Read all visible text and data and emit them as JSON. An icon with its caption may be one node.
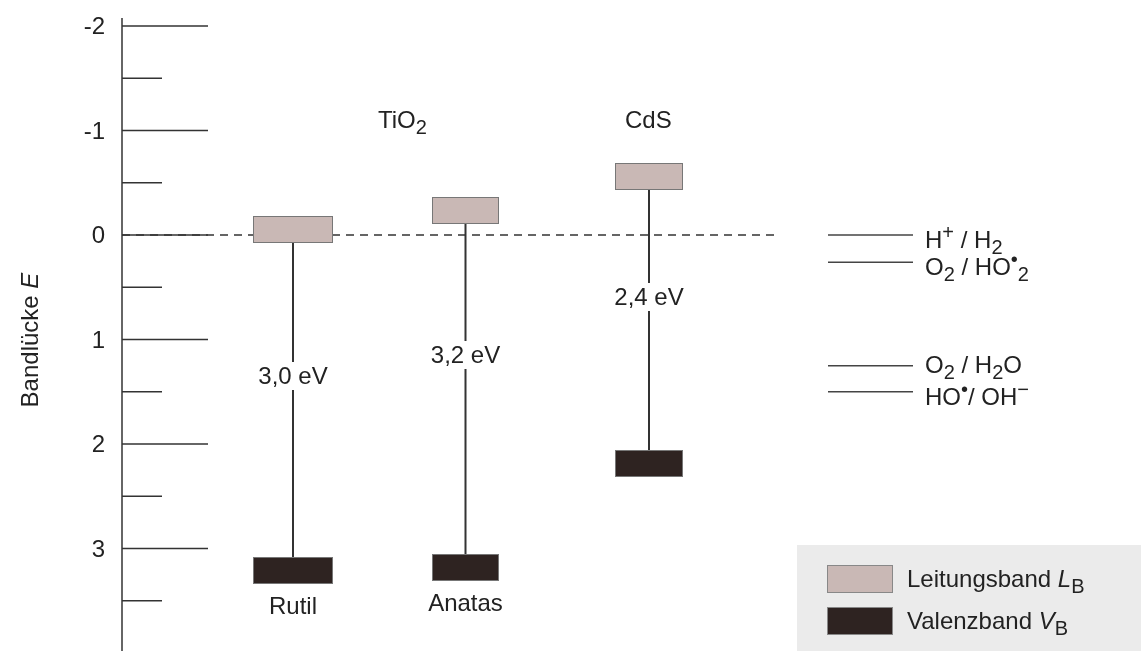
{
  "diagram": {
    "nodes": [
      {
        "text": [],
        "shape": "box"
      },
      {
        "text": [],
        "shape": "box",
        "beside": [
          "Rutil"
        ]
      },
      {
        "text": [],
        "shape": "box"
      },
      {
        "text": [],
        "shape": "box",
        "beside": [
          "Anatas"
        ]
      },
      {
        "text": [],
        "shape": "box"
      },
      {
        "text": [],
        "shape": "box"
      }
    ],
    "edges": [
      {
        "from": 0,
        "to": 1,
        "arrow": "none",
        "label": "3,0 eV"
      },
      {
        "from": 2,
        "to": 3,
        "arrow": "none",
        "label": "3,2 eV"
      },
      {
        "from": 4,
        "to": 5,
        "arrow": "none",
        "label": "2,4 eV"
      }
    ],
    "labels": [
      "-2",
      "-1",
      "0",
      "1",
      "2",
      "3",
      "Bandlücke *E*",
      "TiO$_{2}$",
      "CdS",
      "H$^{+}$ / H$_{2}$",
      "O$_{2}$ / HO$^{•}$$_{2}$",
      "O$_{2}$ / H$_{2}$O",
      "HO$^{•}$/ OH$^{−}$"
    ],
    "legend": [
      {
        "text": "Leitungsband *L*$_{B}$",
        "color": "#c9b8b5"
      },
      {
        "text": "Valenzband *V*$_{B}$",
        "color": "#2e2321"
      }
    ]
  }
}
